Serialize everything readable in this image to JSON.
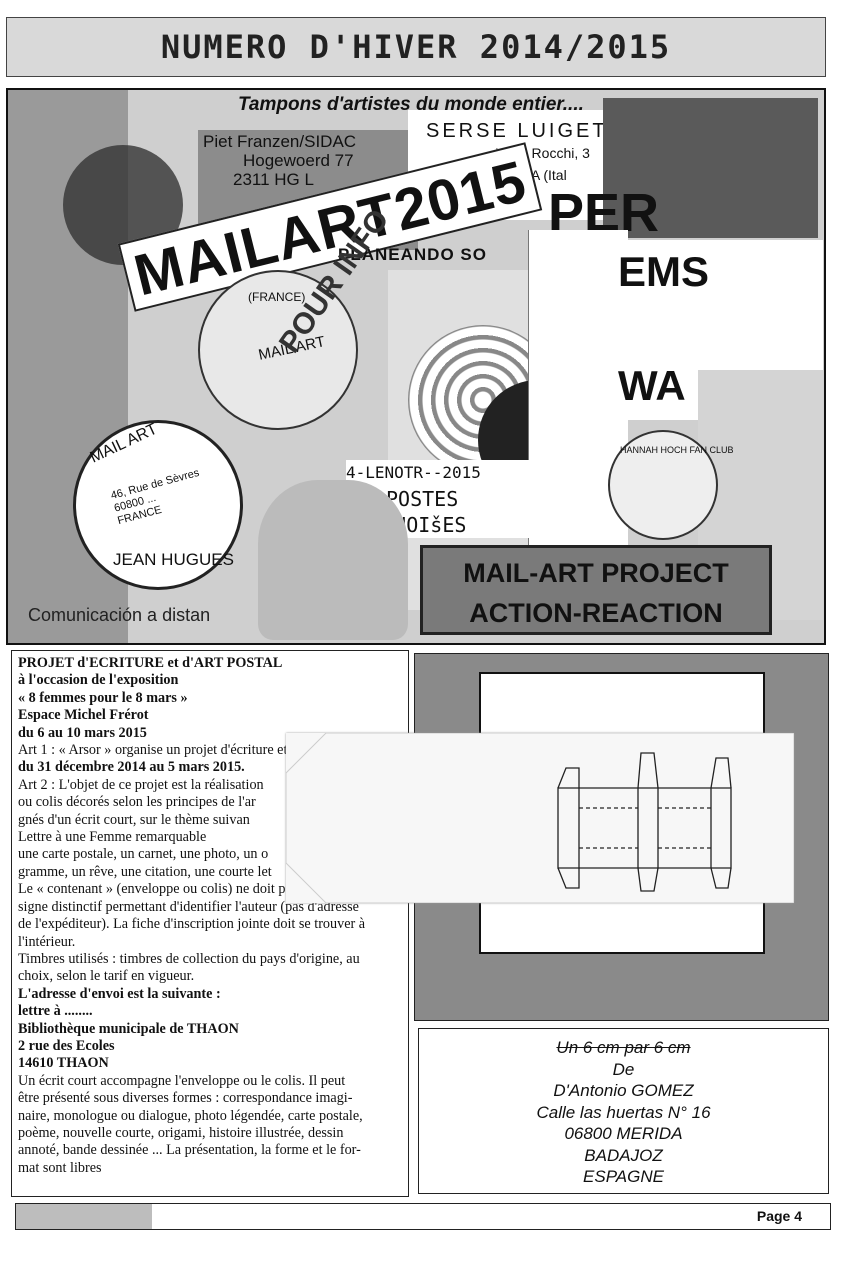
{
  "header": {
    "title": "NUMERO D'HIVER 2014/2015"
  },
  "collage": {
    "caption": "Tampons d'artistes du monde entier....",
    "mailart_banner": "MAILART2015",
    "stamp_franzen_1": "Piet Franzen/SIDAC",
    "stamp_franzen_2": "Hogewoerd 77",
    "stamp_franzen_3": "2311 HG L",
    "stamp_serse": "SERSE LUIGET",
    "stamp_serse_2": "Via  e Rocchi, 3",
    "stamp_serse_3": "UGIA (Ital",
    "stamp_planeando": "PLANEANDO SO",
    "stamp_pour_info": "POUR INFO",
    "stamp_mailart_small": "MAIL ART",
    "stamp_france": "(FRANCE)",
    "stamp_jean_top": "MAIL ART",
    "stamp_jean_addr1": "46, Rue de Sèvres",
    "stamp_jean_addr2": "60800 ...",
    "stamp_jean_addr3": "FRANCE",
    "stamp_jean_name": "JEAN HUGUES",
    "stamp_postes_1": "4-LENOTR--2015",
    "stamp_postes_2": "POSTES",
    "stamp_postes_3": "FRESNOIšES",
    "stamp_comunicacion": "Comunicación a distan",
    "stamp_ems": "EMS",
    "stamp_wa": "WA",
    "stamp_hoch": "HANNAH HOCH FAN CLUB",
    "stamp_action_1": "MAIL-ART PROJECT",
    "stamp_action_2": "ACTION-REACTION"
  },
  "article": {
    "title1": "PROJET d'ECRITURE et d'ART POSTAL",
    "title2": "à l'occasion de l'exposition",
    "title3": "« 8 femmes pour le 8 mars »",
    "title4": "Espace Michel Frérot",
    "title5": "du 6 au 10 mars 2015",
    "art1": "Art 1 : « Arsor » organise un projet d'écriture et",
    "art1_dates": "du 31 décembre 2014 au 5 mars 2015.",
    "art2_l1": "Art 2 : L'objet de ce projet est la réalisation",
    "art2_l2": "ou colis décorés selon les principes de l'ar",
    "art2_l3": "gnés d'un écrit court, sur le thème suivan",
    "theme": "Lettre à une Femme remarquable",
    "list_l1": "une carte postale, un carnet, une photo, un o",
    "list_l2": "gramme, un rêve, une citation, une courte let",
    "cont_l1": "Le « contenant » (enveloppe ou colis) ne doit p",
    "cont_l2": "signe distinctif permettant d'identifier l'auteur (pas d'adresse",
    "cont_l3": "de l'expéditeur). La fiche d'inscription jointe doit se trouver à",
    "cont_l4": "l'intérieur.",
    "timbres_l1": "Timbres utilisés : timbres de collection du pays d'origine, au",
    "timbres_l2": "choix, selon le tarif en vigueur.",
    "addr_title": "L'adresse d'envoi est la suivante :",
    "addr_lettre": "lettre à ........",
    "addr_1": "Bibliothèque municipale de THAON",
    "addr_2": "2 rue des Ecoles",
    "addr_3": "14610 THAON",
    "body_l1": "Un écrit court accompagne l'enveloppe ou le colis. Il peut",
    "body_l2": "être présenté sous diverses formes : correspondance imagi-",
    "body_l3": "naire, monologue ou dialogue, photo légendée, carte postale,",
    "body_l4": "poème, nouvelle courte, origami, histoire illustrée, dessin",
    "body_l5": "annoté, bande dessinée ... La présentation, la forme et le for-",
    "body_l6": "mat sont libres"
  },
  "contact": {
    "strike": "Un 6 cm par 6 cm",
    "l1": "De",
    "l2": "D'Antonio GOMEZ",
    "l3": "Calle las huertas N° 16",
    "l4": "06800 MERIDA",
    "l5": "BADAJOZ",
    "l6": "ESPAGNE"
  },
  "footer": {
    "page": "Page 4"
  }
}
